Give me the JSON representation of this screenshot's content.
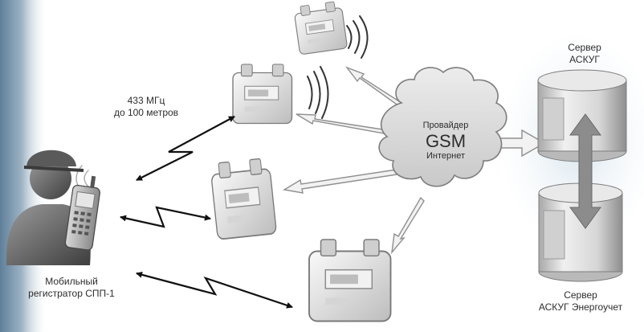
{
  "radio": {
    "freq": "433 МГц",
    "range": "до 100 метров"
  },
  "cloud": {
    "line1": "Провайдер",
    "line2": "GSM",
    "line3": "Интернет"
  },
  "server_top": {
    "line1": "Сервер",
    "line2": "АСКУГ"
  },
  "server_bottom": {
    "line1": "Сервер",
    "line2": "АСКУГ Энергоучет"
  },
  "mobile": {
    "line1": "Мобильный",
    "line2": "регистратор СПП-1"
  }
}
